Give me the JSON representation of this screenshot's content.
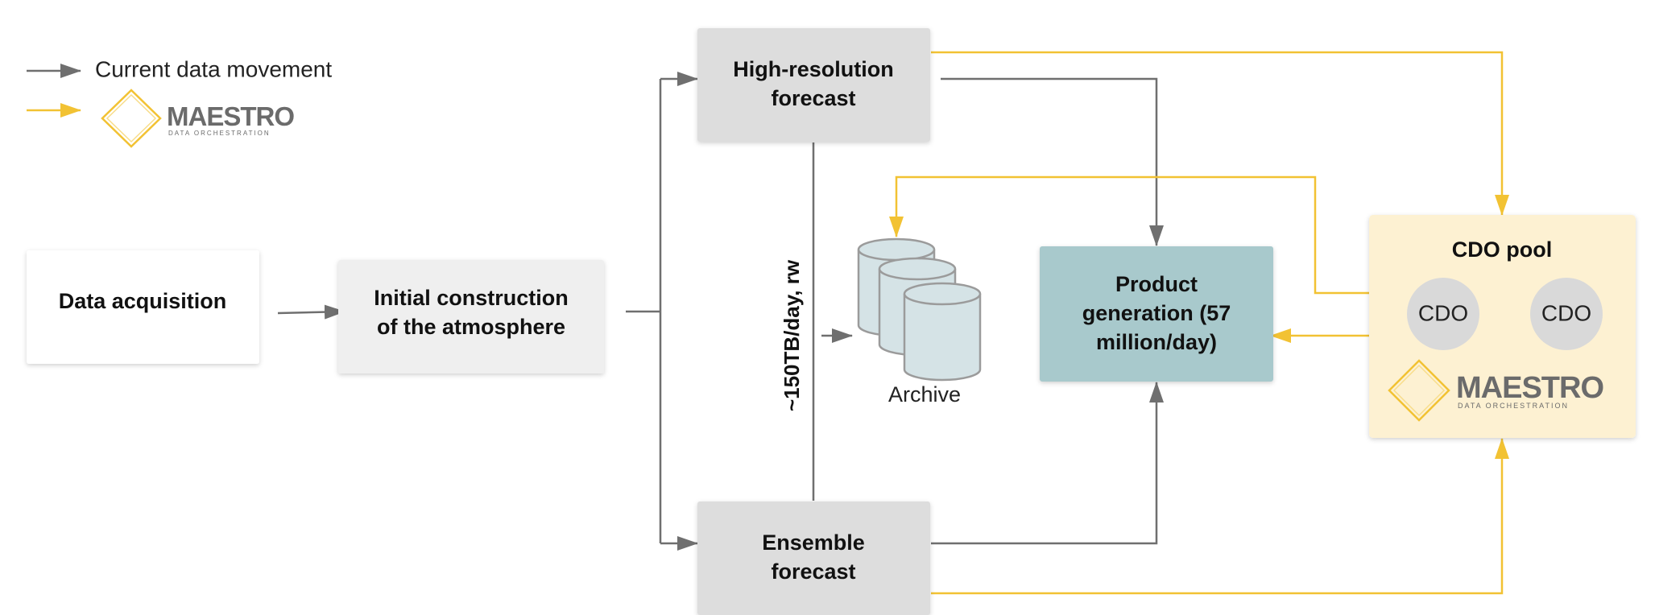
{
  "legend": {
    "current_label": "Current data movement",
    "maestro_logo_text": "MAESTRO",
    "maestro_logo_subtext": "DATA ORCHESTRATION"
  },
  "nodes": {
    "data_acquisition": "Data acquisition",
    "initial_construction_line1": "Initial construction",
    "initial_construction_line2": "of the atmosphere",
    "hires_forecast_line1": "High-resolution",
    "hires_forecast_line2": "forecast",
    "ensemble_forecast_line1": "Ensemble",
    "ensemble_forecast_line2": "forecast",
    "archive": "Archive",
    "product_generation_line1": "Product",
    "product_generation_line2": "generation (57",
    "product_generation_line3": "million/day)",
    "throughput": "~150TB/day, rw"
  },
  "cdo_pool": {
    "title": "CDO pool",
    "items": [
      "CDO",
      "CDO"
    ],
    "logo_text": "MAESTRO",
    "logo_subtext": "DATA ORCHESTRATION"
  },
  "colors": {
    "current_arrow": "#6f6f6f",
    "maestro_arrow": "#f2c233",
    "maestro_logo_text": "#6b6b6b",
    "forecast_box": "#dddddd",
    "initial_box": "#efefef",
    "product_box": "#a8c9cc",
    "cdo_pool_bg": "#fdf1d2",
    "cdo_circle": "#d9d9d9",
    "archive_fill": "#d5e3e6",
    "archive_stroke": "#9b9b9b"
  }
}
